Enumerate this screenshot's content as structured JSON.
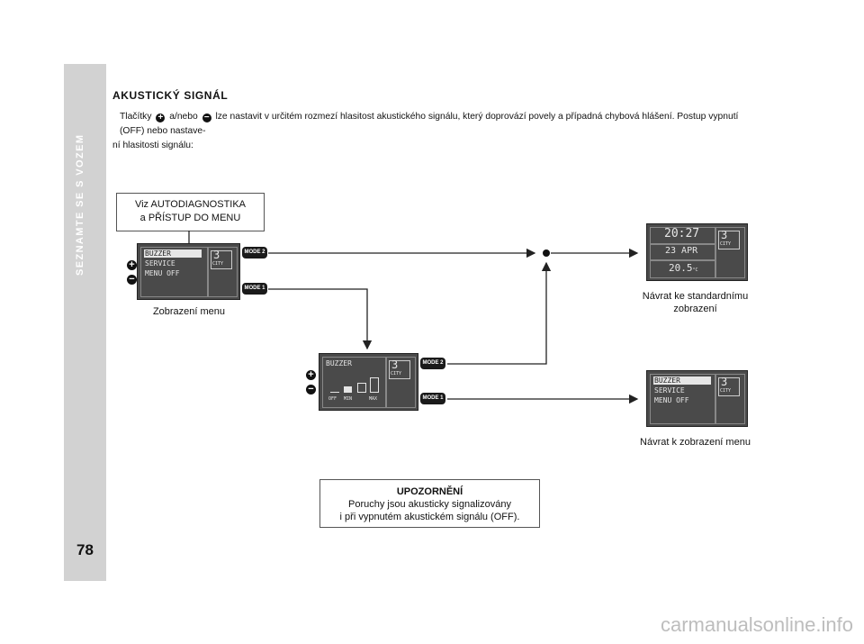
{
  "sidebar": {
    "title": "SEZNAMTE SE S VOZEM",
    "page_number": "78"
  },
  "section": {
    "heading": "AKUSTICKÝ SIGNÁL",
    "intro_a": "Tlačítky",
    "intro_b": "a/nebo",
    "intro_c": "lze nastavit v určitém rozmezí hlasitost akustického signálu, který doprovází povely a případná chybová hlášení. Postup vypnutí (OFF) nebo nastave-",
    "intro_d": "ní hlasitosti signálu:"
  },
  "diagram": {
    "autodiag_line1": "Viz AUTODIAGNOSTIKA",
    "autodiag_line2": "a PŘÍSTUP DO MENU",
    "label_menu": "Zobrazení menu",
    "label_return_std_1": "Návrat ke standardnímu",
    "label_return_std_2": "zobrazení",
    "label_return_menu": "Návrat k zobrazení menu",
    "mode1": "MODE 1",
    "mode2": "MODE 2",
    "menu_items": [
      "BUZZER",
      "SERVICE",
      "MENU OFF"
    ],
    "gear": "3",
    "mode_name": "CITY",
    "std_time": "20:27",
    "std_date": "23 APR",
    "std_temp": "20.5",
    "std_temp_unit": "°C",
    "buzzer_title": "BUZZER",
    "buzzer_scale": [
      "OFF",
      "MIN",
      "MAX"
    ],
    "buzzer_level_fraction": 0.33,
    "plus": "+",
    "minus": "−"
  },
  "notice": {
    "title": "UPOZORNĚNÍ",
    "line1": "Poruchy jsou akusticky signalizovány",
    "line2": "i při vypnutém akustickém signálu (OFF)."
  },
  "watermark": "carmanualsonline.info",
  "colors": {
    "sidebar": "#d2d2d2",
    "lcd": "#4a4a4a",
    "lcd_text": "#e6e6e6",
    "watermark": "#bdbdbd"
  }
}
